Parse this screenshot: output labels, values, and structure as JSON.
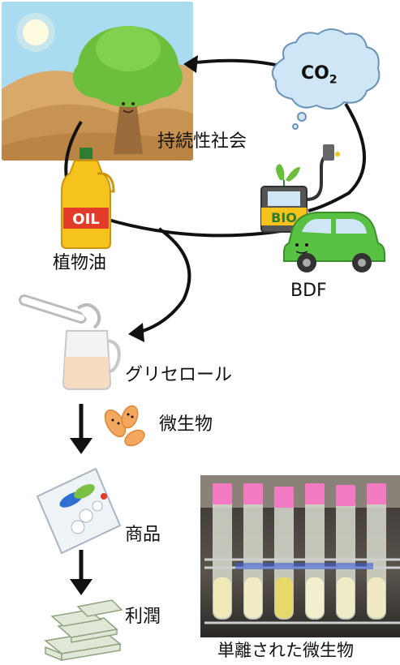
{
  "cycle": {
    "co2_cloud": "CO",
    "co2_subscript": "2",
    "sustainable_society": "持続性社会",
    "vegetable_oil": "植物油",
    "bdf": "BDF",
    "oil_bottle_text": "OIL",
    "bio_sign_text": "BIO"
  },
  "flow": {
    "glycerol": "グリセロール",
    "microbes": "微生物",
    "products": "商品",
    "profit": "利潤"
  },
  "photo": {
    "caption": "単離された微生物"
  },
  "colors": {
    "cycle_line": "#111111",
    "sky": "#a9dbf1",
    "sand": "#d8a968",
    "tree_green": "#6cbf3d",
    "car_green": "#58c043",
    "cloud": "#cfe6f7",
    "tag_pink": "#f27ac0"
  }
}
